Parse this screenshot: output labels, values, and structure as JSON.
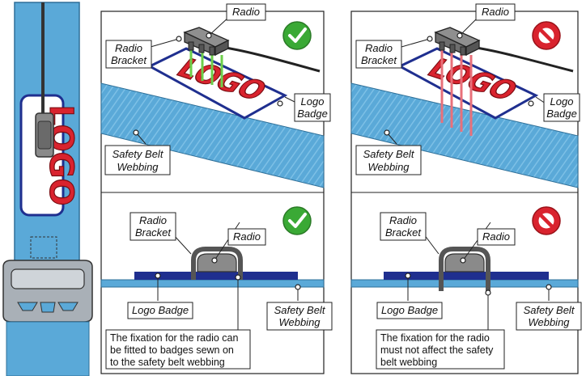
{
  "belt": {
    "logo_text": "LOGO"
  },
  "top_left_panel": {
    "radio_label": "Radio",
    "bracket_label": [
      "Radio",
      "Bracket"
    ],
    "badge_label": [
      "Logo",
      "Badge"
    ],
    "webbing_label": [
      "Safety Belt",
      "Webbing"
    ],
    "logo_text": "LOGO",
    "status": "allowed"
  },
  "top_right_panel": {
    "radio_label": "Radio",
    "bracket_label": [
      "Radio",
      "Bracket"
    ],
    "badge_label": [
      "Logo",
      "Badge"
    ],
    "webbing_label": [
      "Safety Belt",
      "Webbing"
    ],
    "logo_text": "LOGO",
    "status": "not allowed"
  },
  "bottom_left_panel": {
    "bracket_label": [
      "Radio",
      "Bracket"
    ],
    "radio_label": "Radio",
    "badge_label": "Logo Badge",
    "webbing_label": [
      "Safety Belt",
      "Webbing"
    ],
    "note": [
      "The fixation for the radio can",
      "be fitted to badges sewn on",
      "to the safety belt webbing"
    ],
    "status": "allowed"
  },
  "bottom_right_panel": {
    "bracket_label": [
      "Radio",
      "Bracket"
    ],
    "radio_label": "Radio",
    "badge_label": "Logo Badge",
    "webbing_label": [
      "Safety Belt",
      "Webbing"
    ],
    "note": [
      "The fixation for the radio",
      "must not affect the safety",
      "belt webbing"
    ],
    "status": "not allowed"
  },
  "colors": {
    "webbing": "#5aa9d8",
    "webbing_dark": "#3f8fc4",
    "badge": "#1f2f8f",
    "logo": "#d9232e",
    "ok": "#3aa935",
    "no": "#d9232e",
    "ok_pins": "#6ccf4a",
    "bad_pins": "#e8707a"
  }
}
